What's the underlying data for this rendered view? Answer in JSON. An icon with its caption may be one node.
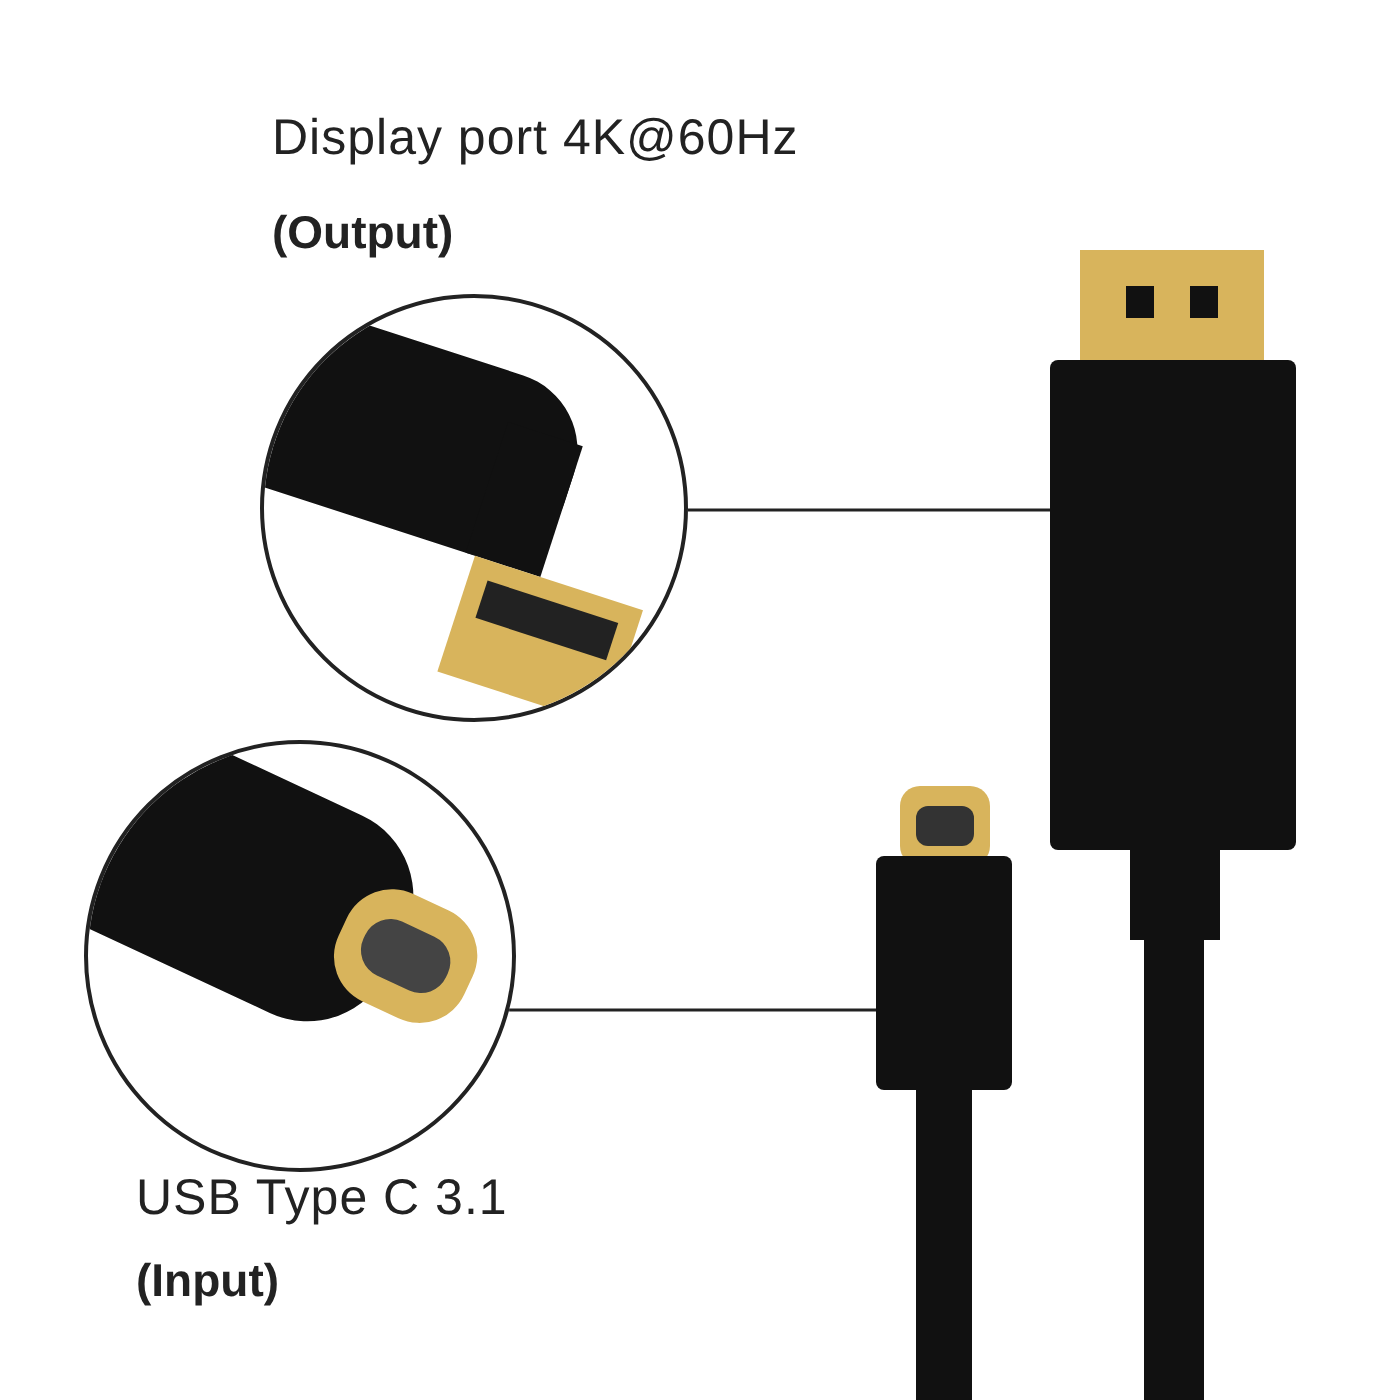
{
  "diagram": {
    "nodes": [
      {
        "text": [
          "Display port 4K@60Hz",
          "(Output)"
        ]
      },
      {
        "text": [],
        "shape": "picture"
      },
      {
        "text": [
          "USB Type C 3.1",
          "(Input)"
        ]
      },
      {
        "text": [],
        "shape": "picture"
      }
    ],
    "edges": [
      {
        "from": 0,
        "to": 3,
        "arrow": "none"
      },
      {
        "from": 2,
        "to": 1,
        "arrow": "none"
      }
    ]
  }
}
